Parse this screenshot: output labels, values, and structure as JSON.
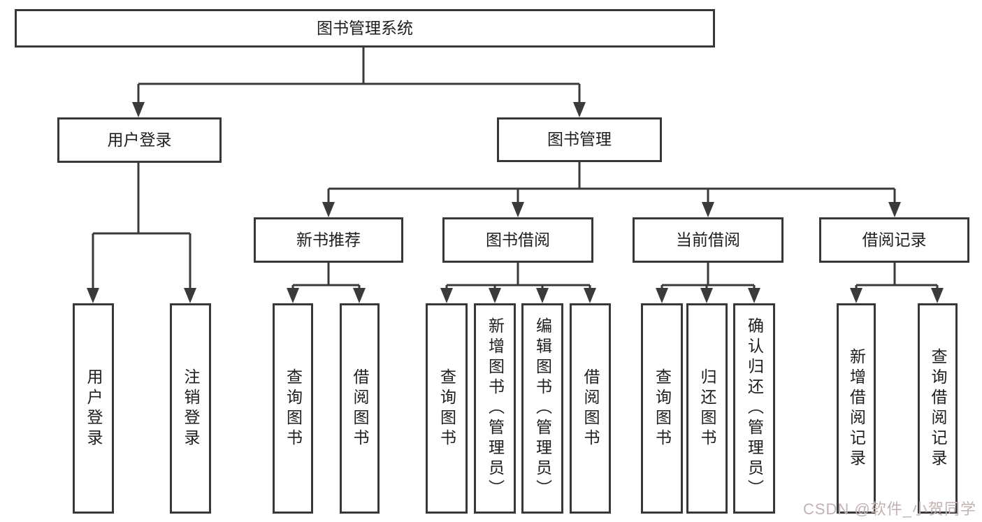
{
  "page": {
    "background_color": "#ffffff",
    "line_color": "#3a3a3a",
    "box_border_color": "#383838",
    "text_color": "#1e1e1e"
  },
  "diagram": {
    "root": {
      "label": "图书管理系统"
    },
    "branches": {
      "user_login": {
        "label": "用户登录",
        "children": [
          {
            "label": "用户登录"
          },
          {
            "label": "注销登录"
          }
        ]
      },
      "book_management": {
        "label": "图书管理",
        "sections": [
          {
            "label": "新书推荐",
            "children": [
              {
                "label": "查询图书"
              },
              {
                "label": "借阅图书"
              }
            ]
          },
          {
            "label": "图书借阅",
            "children": [
              {
                "label": "查询图书"
              },
              {
                "label": "新增图书（管理员）"
              },
              {
                "label": "编辑图书（管理员）"
              },
              {
                "label": "借阅图书"
              }
            ]
          },
          {
            "label": "当前借阅",
            "children": [
              {
                "label": "查询图书"
              },
              {
                "label": "归还图书"
              },
              {
                "label": "确认归还（管理员）"
              }
            ]
          },
          {
            "label": "借阅记录",
            "children": [
              {
                "label": "新增借阅记录"
              },
              {
                "label": "查询借阅记录"
              }
            ]
          }
        ]
      }
    }
  },
  "watermark": {
    "text": "CSDN @软件_小贺同学",
    "color": "#c2b2b2"
  }
}
